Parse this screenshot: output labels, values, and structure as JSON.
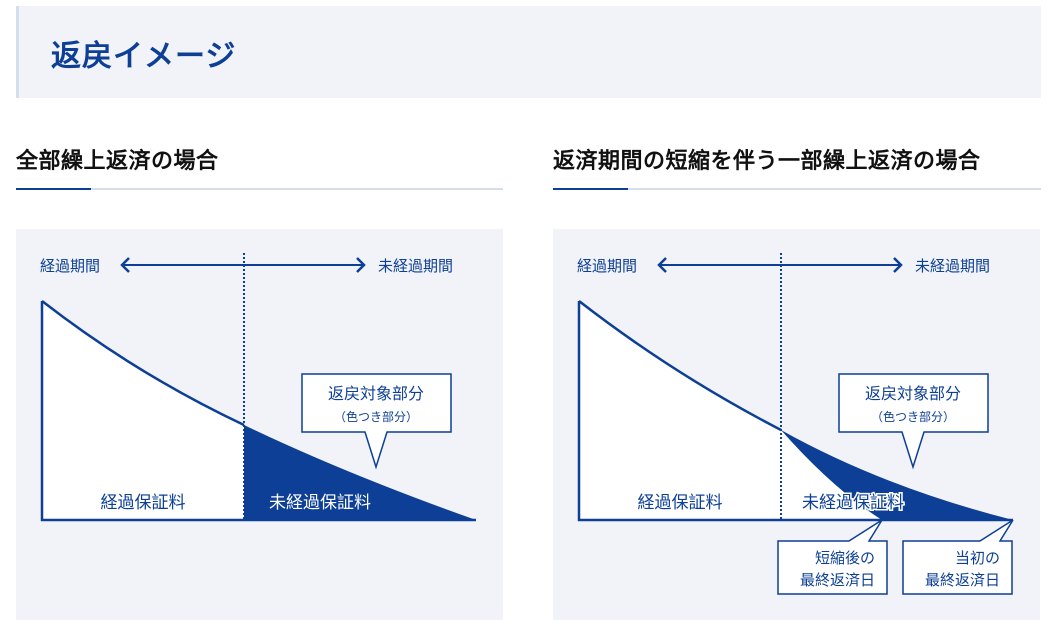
{
  "header": {
    "title": "返戻イメージ"
  },
  "sections": [
    {
      "title": "全部繰上返済の場合",
      "diagram": {
        "left_period_label": "経過期間",
        "right_period_label": "未経過期間",
        "elapsed_fee_label": "経過保証料",
        "unelapsed_fee_label": "未経過保証料",
        "callout_title": "返戻対象部分",
        "callout_sub": "（色つき部分）"
      }
    },
    {
      "title": "返済期間の短縮を伴う一部繰上返済の場合",
      "diagram": {
        "left_period_label": "経過期間",
        "right_period_label": "未経過期間",
        "elapsed_fee_label": "経過保証料",
        "unelapsed_fee_label": "未経過保証料",
        "callout_title": "返戻対象部分",
        "callout_sub": "（色つき部分）",
        "shortened_callout_line1": "短縮後の",
        "shortened_callout_line2": "最終返済日",
        "original_callout_line1": "当初の",
        "original_callout_line2": "最終返済日"
      }
    }
  ],
  "colors": {
    "primary": "#0c3f95",
    "panel_bg": "#f1f3f8",
    "rule": "#d6deec"
  }
}
